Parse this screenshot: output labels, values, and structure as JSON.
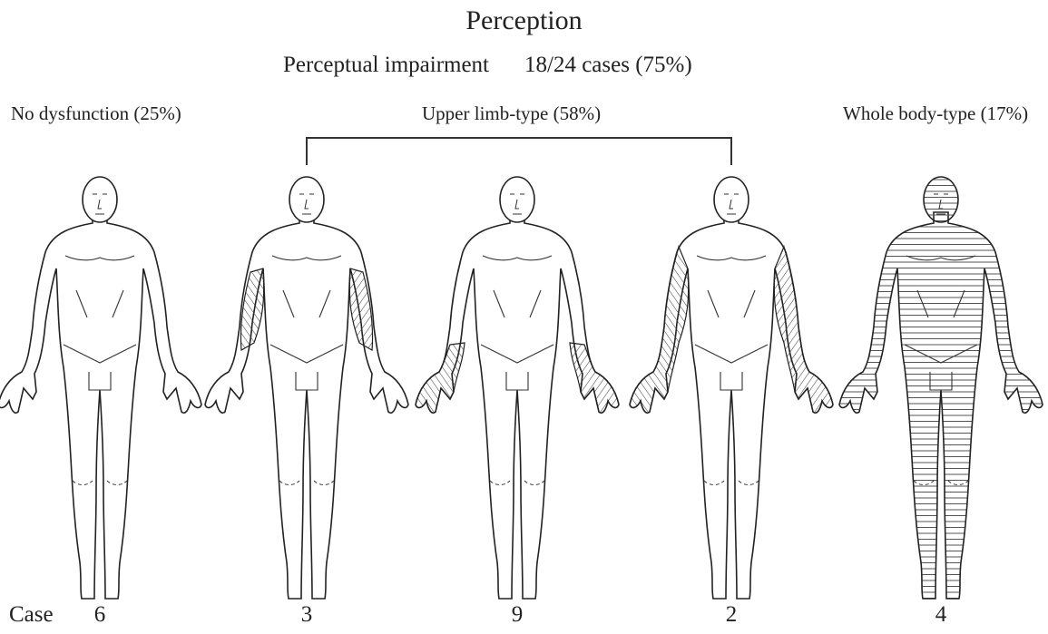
{
  "title": "Perception",
  "subtitle": "Perceptual impairment",
  "subtitle_value": "18/24 cases (75%)",
  "categories": {
    "none": "No dysfunction (25%)",
    "upper": "Upper limb-type (58%)",
    "whole": "Whole body-type (17%)"
  },
  "case_label": "Case",
  "figures": [
    {
      "case": "6",
      "pattern": "none"
    },
    {
      "case": "3",
      "pattern": "upper-arm-shaded"
    },
    {
      "case": "9",
      "pattern": "forearm-hand-shaded"
    },
    {
      "case": "2",
      "pattern": "whole-arm-shaded"
    },
    {
      "case": "4",
      "pattern": "whole-body-shaded"
    }
  ]
}
